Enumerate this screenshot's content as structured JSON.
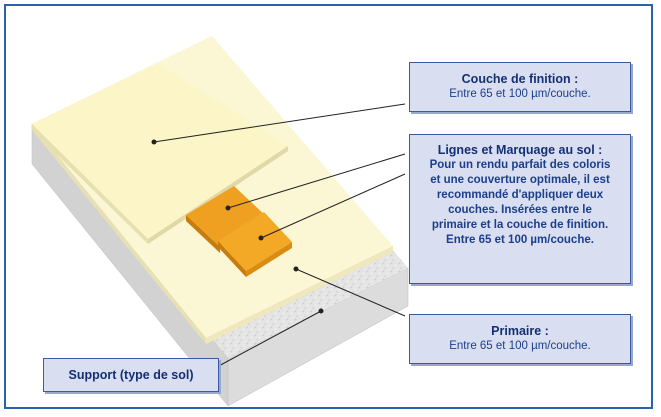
{
  "callouts": {
    "finition": {
      "title": "Couche de finition :",
      "desc": "Entre 65 et 100 µm/couche."
    },
    "lignes": {
      "title": "Lignes et Marquage au sol :",
      "desc_lines": [
        "Pour un rendu parfait des coloris",
        "et une couverture optimale, il est",
        "recommandé d'appliquer deux",
        "couches. Insérées entre le",
        "primaire et la couche de finition.",
        "Entre 65 et 100 µm/couche."
      ]
    },
    "primaire": {
      "title": "Primaire :",
      "desc": "Entre 65 et 100 µm/couche."
    },
    "support": {
      "title": "Support (type de sol)"
    }
  },
  "colors": {
    "frame_border": "#2c5fae",
    "callout_fill": "#d9dff0",
    "callout_text": "#1c3e8c",
    "finish_layer": "#faf5c9",
    "marking": "#f0a020",
    "concrete": "#e6e6e6"
  }
}
